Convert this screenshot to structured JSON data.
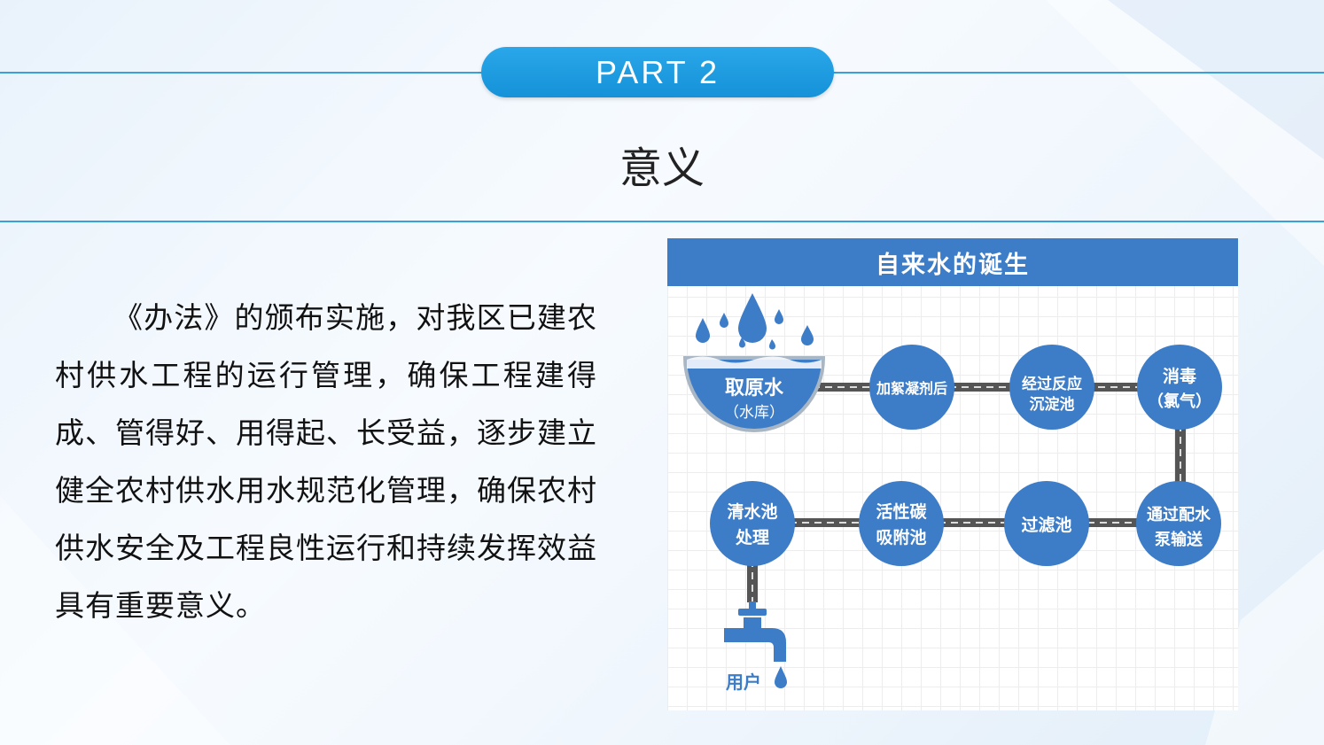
{
  "header": {
    "part_label": "PART  2",
    "title": "意义"
  },
  "body": {
    "paragraph": "《办法》的颁布实施，对我区已建农村供水工程的运行管理，确保工程建得成、管得好、用得起、长受益，逐步建立健全农村供水用水规范化管理，确保农村供水安全及工程良性运行和持续发挥效益具有重要意义。"
  },
  "diagram": {
    "title": "自来水的诞生",
    "source": {
      "line1": "取原水",
      "line2": "（水库）"
    },
    "steps": [
      {
        "line1": "加絮凝剂后",
        "line2": ""
      },
      {
        "line1": "经过反应",
        "line2": "沉淀池"
      },
      {
        "line1": "消毒",
        "line2": "（氯气）"
      },
      {
        "line1": "通过配水",
        "line2": "泵输送"
      },
      {
        "line1": "过滤池",
        "line2": ""
      },
      {
        "line1": "活性碳",
        "line2": "吸附池"
      },
      {
        "line1": "清水池",
        "line2": "处理"
      }
    ],
    "user_label": "用户",
    "colors": {
      "circle": "#3d7cc7",
      "header": "#3d7cc7",
      "pipe": "#555555",
      "accent": "#1592d8"
    }
  }
}
